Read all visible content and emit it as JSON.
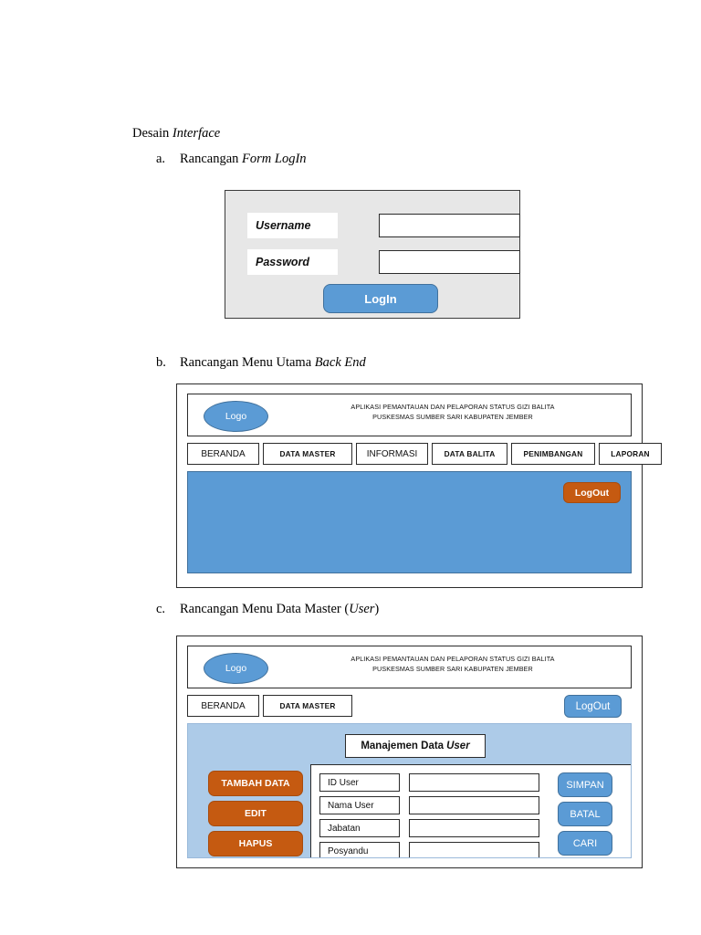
{
  "document": {
    "section_heading": {
      "plain": "Desain ",
      "italic": "Interface"
    },
    "items": [
      {
        "marker": "a.",
        "plain": "Rancangan ",
        "italic": "Form LogIn"
      },
      {
        "marker": "b.",
        "plain": "Rancangan Menu Utama ",
        "italic": "Back End"
      },
      {
        "marker": "c.",
        "plain": "Rancangan Menu Data Master (",
        "italic": "User",
        "plain_end": ")"
      }
    ]
  },
  "login_form": {
    "username_label": "Username",
    "password_label": "Password",
    "username_value": "",
    "password_value": "",
    "login_button": "LogIn",
    "panel_color": "#e7e7e7",
    "button_color": "#5b9bd5"
  },
  "backend_menu": {
    "logo_label": "Logo",
    "title_line1": "APLIKASI PEMANTAUAN DAN PELAPORAN STATUS GIZI BALITA",
    "title_line2": "PUSKESMAS SUMBER SARI KABUPATEN JEMBER",
    "menu_items": [
      {
        "label": "BERANDA",
        "style": "reg"
      },
      {
        "label": "DATA MASTER",
        "style": "bold"
      },
      {
        "label": "INFORMASI",
        "style": "reg"
      },
      {
        "label": "DATA BALITA",
        "style": "bold"
      },
      {
        "label": "PENIMBANGAN",
        "style": "bold"
      },
      {
        "label": "LAPORAN",
        "style": "bold"
      }
    ],
    "logout_button": "LogOut",
    "logout_color": "#ed7d31",
    "content_color": "#5b9bd5"
  },
  "data_master": {
    "logo_label": "Logo",
    "title_line1": "APLIKASI PEMANTAUAN DAN PELAPORAN STATUS GIZI BALITA",
    "title_line2": "PUSKESMAS SUMBER SARI KABUPATEN JEMBER",
    "menu_items": [
      {
        "label": "BERANDA",
        "style": "reg"
      },
      {
        "label": "DATA MASTER",
        "style": "bold"
      }
    ],
    "logout_button": "LogOut",
    "logout_color": "#5b9bd5",
    "form_title": {
      "plain": "Manajemen Data",
      "italic": "User"
    },
    "panel_color": "#adcbe8",
    "action_buttons": [
      "TAMBAH DATA",
      "EDIT",
      "HAPUS"
    ],
    "action_color": "#c55a11",
    "fields": [
      {
        "label": "ID User",
        "value": ""
      },
      {
        "label": "Nama User",
        "value": ""
      },
      {
        "label": "Jabatan",
        "value": ""
      },
      {
        "label": "Posyandu",
        "value": ""
      }
    ],
    "command_buttons": [
      "SIMPAN",
      "BATAL",
      "CARI"
    ],
    "command_color": "#5b9bd5"
  }
}
